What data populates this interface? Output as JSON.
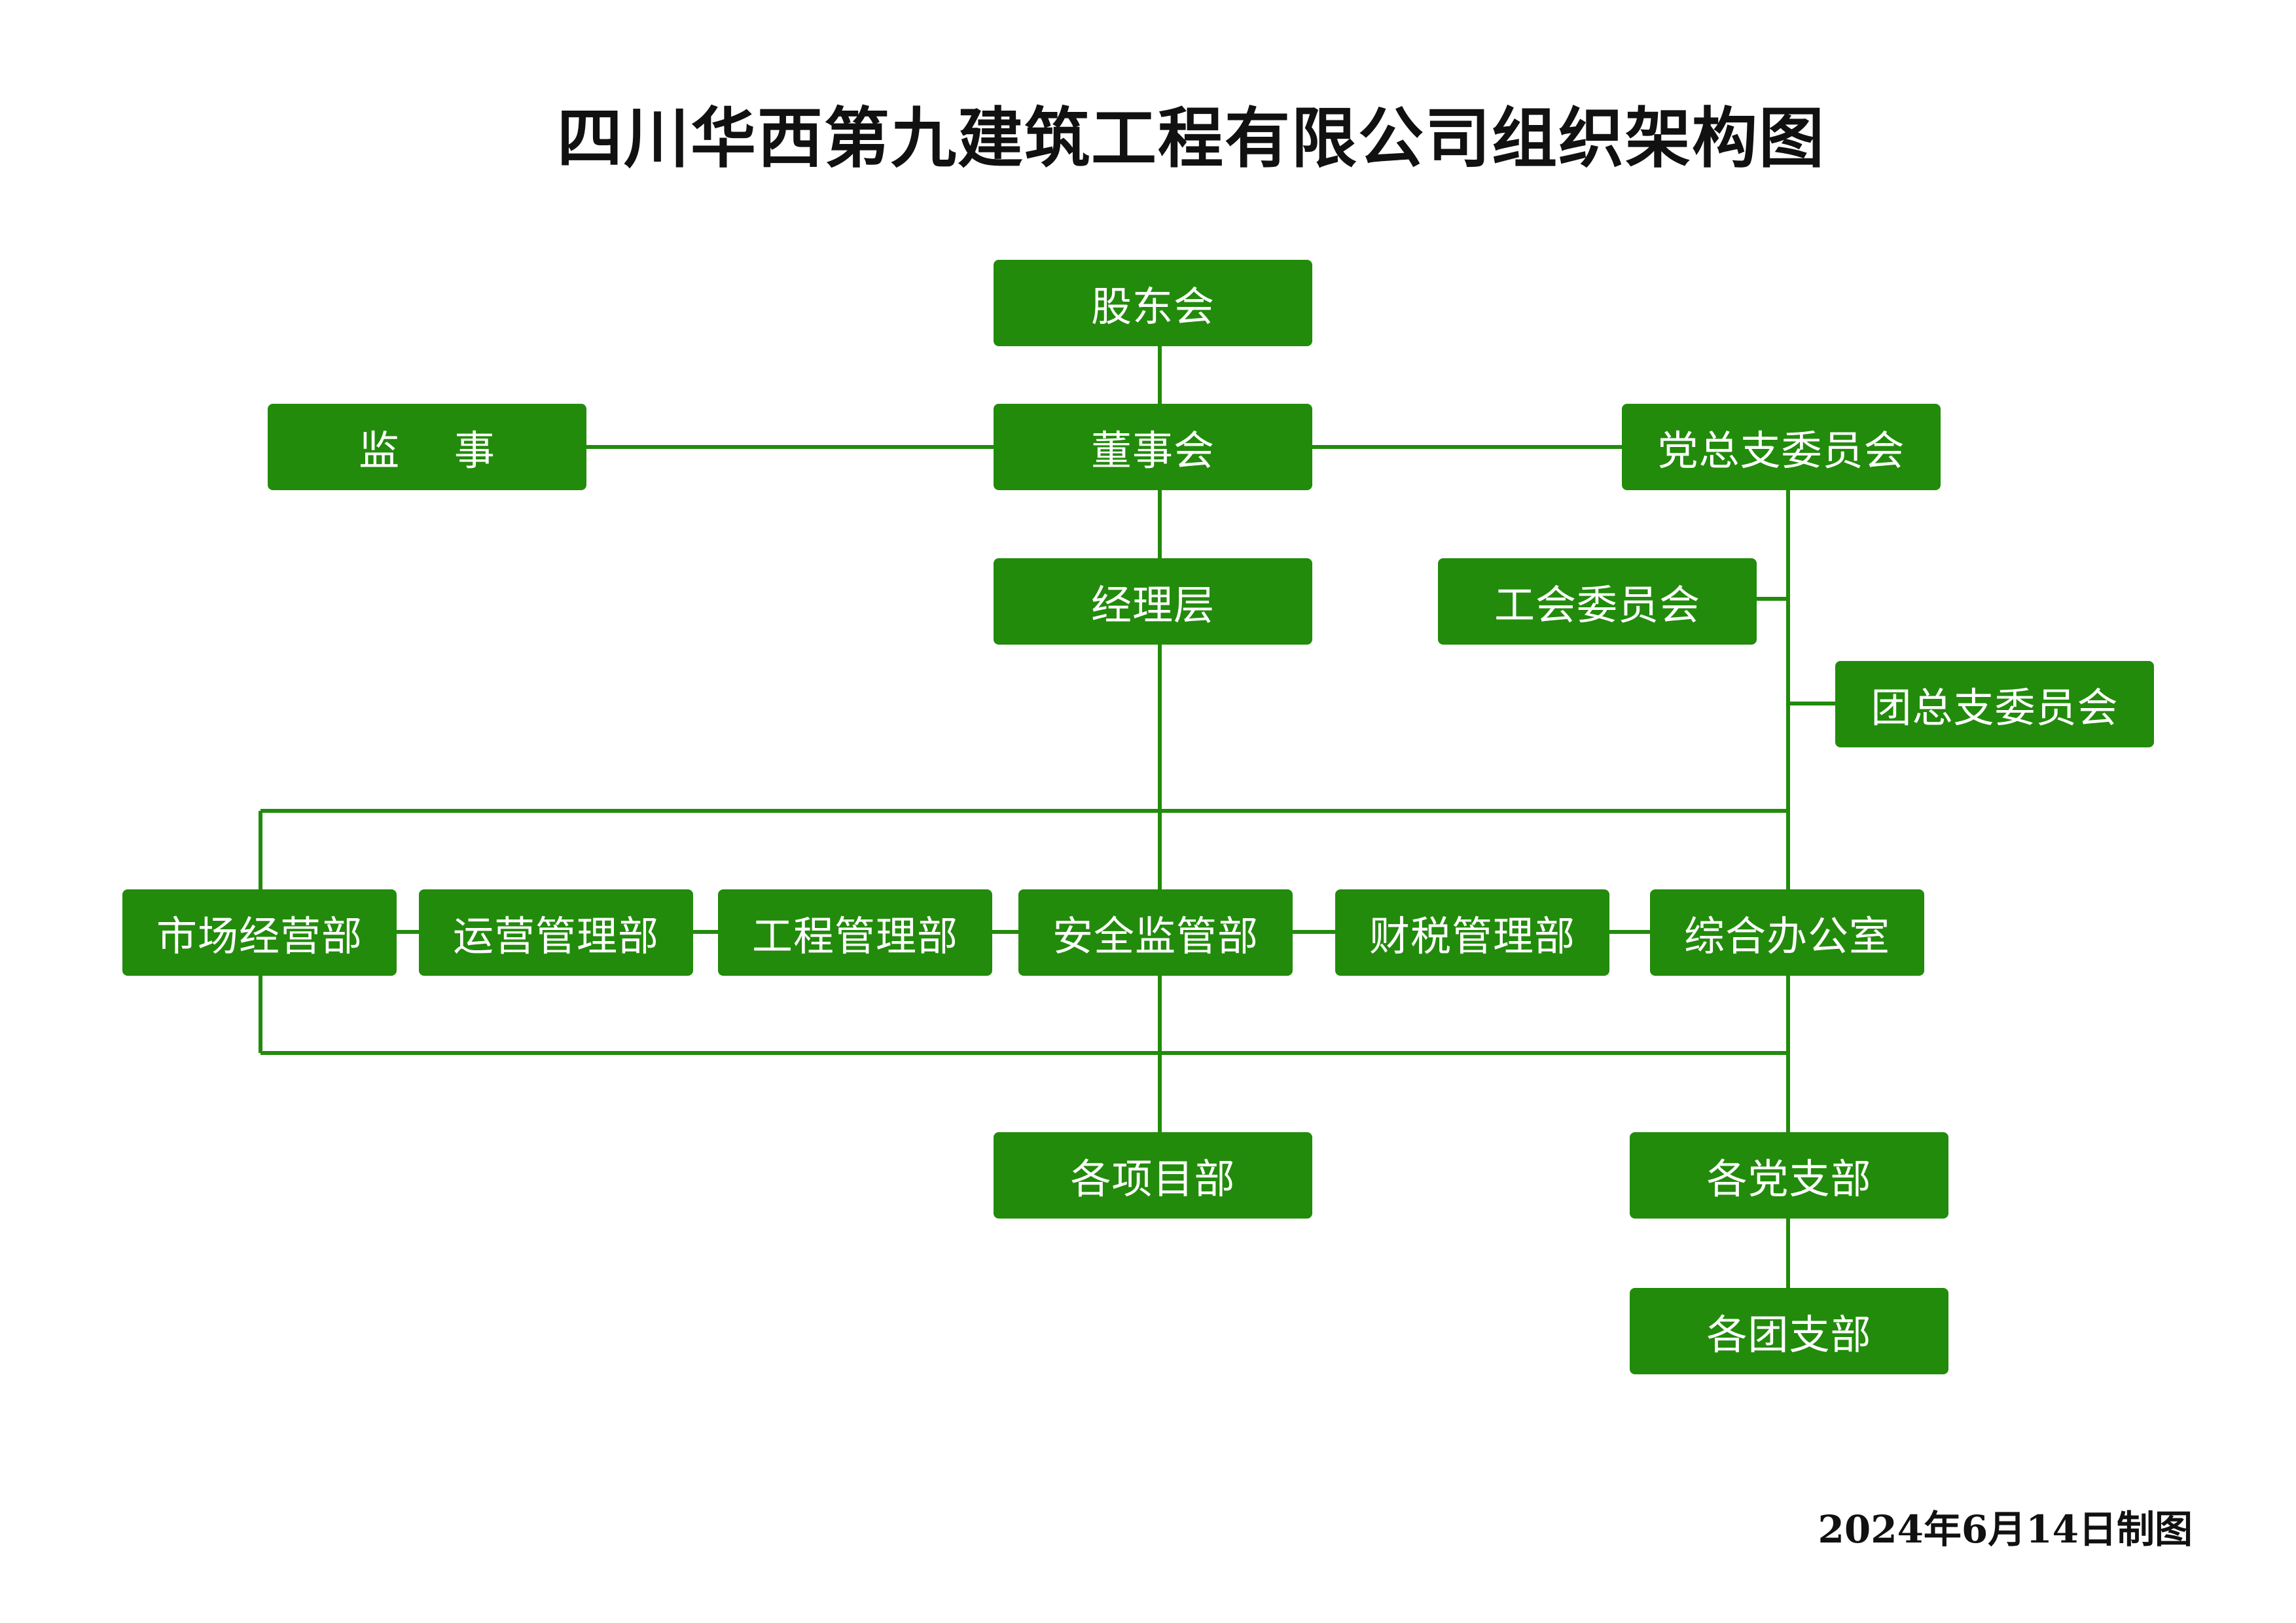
{
  "title": "四川华西第九建筑工程有限公司组织架构图",
  "colors": {
    "box": "#228B0B",
    "line": "#228B0B",
    "text": "#ffffff"
  },
  "nodes": {
    "shareholders": "股东会",
    "supervisor": "监    事",
    "board": "董事会",
    "party_committee": "党总支委员会",
    "management": "经理层",
    "union": "工会委员会",
    "youth_league": "团总支委员会",
    "market_dept": "市场经营部",
    "operations_dept": "运营管理部",
    "engineering_dept": "工程管理部",
    "safety_dept": "安全监管部",
    "finance_dept": "财税管理部",
    "general_office": "综合办公室",
    "project_depts": "各项目部",
    "party_branches": "各党支部",
    "league_branches": "各团支部"
  },
  "footer": "2024年6月14日制图"
}
